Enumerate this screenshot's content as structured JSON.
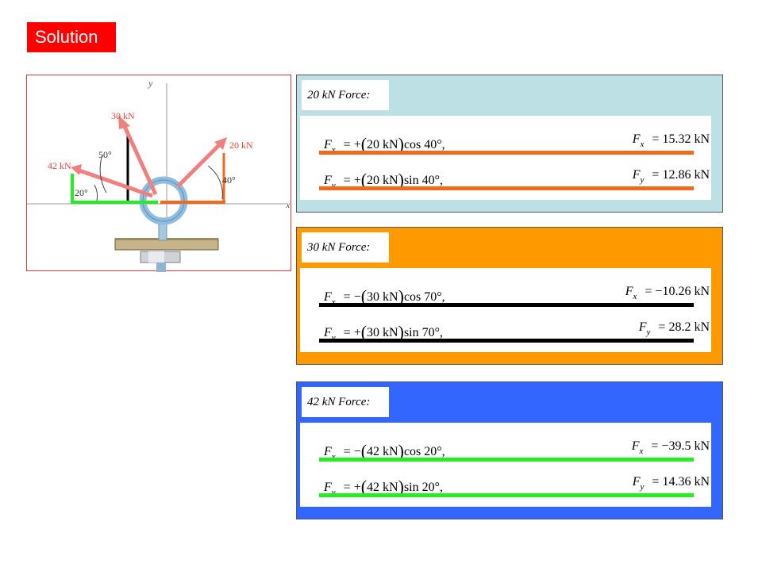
{
  "title": "Solution",
  "figure": {
    "axis_x": "x",
    "axis_y": "y",
    "force_30": "30 kN",
    "force_20": "20 kN",
    "force_42": "42 kN",
    "angle_50": "50°",
    "angle_20": "20°",
    "angle_40": "40°"
  },
  "colors": {
    "panel_20": "#bce0e4",
    "panel_30": "#ff9900",
    "panel_42": "#3366ff",
    "under_20": "#ef6a1c",
    "under_30": "#000000",
    "under_42": "#22ee22"
  },
  "panels": [
    {
      "label": "20 kN Force:",
      "fx": {
        "sym": "F",
        "sub": "x",
        "sign": "= +",
        "mag": "20 kN",
        "trig": "cos 40°,",
        "res_sym": "F",
        "res_sub": "x",
        "res": "= 15.32 kN"
      },
      "fy": {
        "sym": "F",
        "sub": "y",
        "sign": "= +",
        "mag": "20 kN",
        "trig": "sin 40°,",
        "res_sym": "F",
        "res_sub": "y",
        "res": "= 12.86 kN"
      }
    },
    {
      "label": "30 kN Force:",
      "fx": {
        "sym": "F",
        "sub": "x",
        "sign": "= −",
        "mag": "30 kN",
        "trig": "cos 70°,",
        "res_sym": "F",
        "res_sub": "x",
        "res": "= −10.26 kN"
      },
      "fy": {
        "sym": "F",
        "sub": "y",
        "sign": "= +",
        "mag": "30 kN",
        "trig": "sin 70°,",
        "res_sym": "F",
        "res_sub": "y",
        "res": "= 28.2 kN"
      }
    },
    {
      "label": "42 kN Force:",
      "fx": {
        "sym": "F",
        "sub": "x",
        "sign": "= −",
        "mag": "42 kN",
        "trig": "cos 20°,",
        "res_sym": "F",
        "res_sub": "x",
        "res": "= −39.5 kN"
      },
      "fy": {
        "sym": "F",
        "sub": "y",
        "sign": "= +",
        "mag": "42 kN",
        "trig": "sin 20°,",
        "res_sym": "F",
        "res_sub": "y",
        "res": "= 14.36 kN"
      }
    }
  ]
}
